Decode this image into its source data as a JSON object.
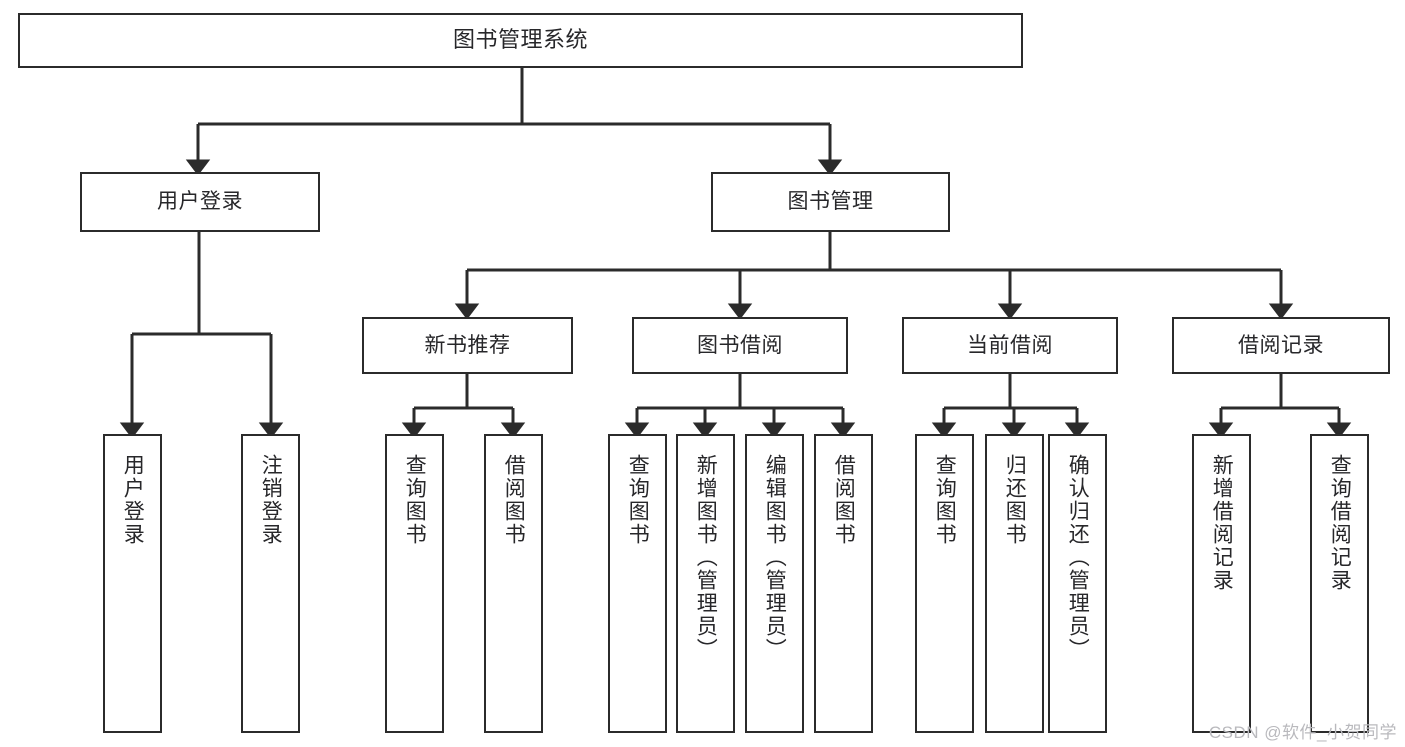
{
  "diagram": {
    "title": "图书管理系统",
    "type": "tree-hierarchy",
    "watermark": "CSDN @软件_小贺同学",
    "root": {
      "label": "图书管理系统"
    },
    "level2": [
      {
        "label": "用户登录"
      },
      {
        "label": "图书管理"
      }
    ],
    "level3": [
      {
        "label": "新书推荐"
      },
      {
        "label": "图书借阅"
      },
      {
        "label": "当前借阅"
      },
      {
        "label": "借阅记录"
      }
    ],
    "leaves": {
      "user_login": [
        {
          "label": "用户登录"
        },
        {
          "label": "注销登录"
        }
      ],
      "new_book_recommend": [
        {
          "label": "查询图书"
        },
        {
          "label": "借阅图书"
        }
      ],
      "book_borrow": [
        {
          "label": "查询图书"
        },
        {
          "label": "新增图书（管理员）"
        },
        {
          "label": "编辑图书（管理员）"
        },
        {
          "label": "借阅图书"
        }
      ],
      "current_borrow": [
        {
          "label": "查询图书"
        },
        {
          "label": "归还图书"
        },
        {
          "label": "确认归还（管理员）"
        }
      ],
      "borrow_record": [
        {
          "label": "新增借阅记录"
        },
        {
          "label": "查询借阅记录"
        }
      ]
    },
    "colors": {
      "stroke": "#2b2b2b",
      "fill": "#ffffff",
      "text": "#27272a",
      "watermark": "#b9b9bd"
    }
  }
}
